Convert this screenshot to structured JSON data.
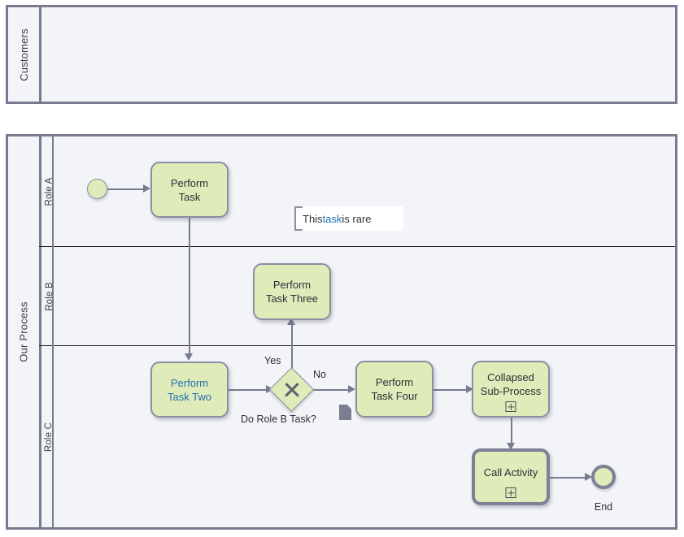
{
  "diagram": {
    "type": "bpmn-collaboration-diagram",
    "colors": {
      "pool_border": "#787a8f",
      "pool_fill": "#f2f4f8",
      "shape_fill": "#dfebb9",
      "shape_border": "#8c8ea3",
      "connector": "#787a8f",
      "link_text": "#1f6fb5",
      "lane_divider": "#1b1b1b"
    }
  },
  "pools": [
    {
      "id": "customers-pool",
      "label": "Customers",
      "lanes": []
    },
    {
      "id": "our-process-pool",
      "label": "Our Process",
      "lanes": [
        {
          "id": "lane-role-a",
          "label": "Role A"
        },
        {
          "id": "lane-role-b",
          "label": "Role B"
        },
        {
          "id": "lane-role-c",
          "label": "Role C"
        }
      ]
    }
  ],
  "events": [
    {
      "id": "start-event",
      "kind": "start",
      "label": "",
      "lane": "Role A"
    },
    {
      "id": "end-event",
      "kind": "end",
      "label": "End",
      "lane": "Role C"
    }
  ],
  "tasks": [
    {
      "id": "task-perform-task",
      "label_lines": [
        "Perform",
        "Task"
      ],
      "lane": "Role A",
      "style": "task",
      "marker": "",
      "link": false
    },
    {
      "id": "task-perform-task-three",
      "label_lines": [
        "Perform",
        "Task Three"
      ],
      "lane": "Role B",
      "style": "task",
      "marker": "",
      "link": false
    },
    {
      "id": "task-perform-task-two",
      "label_lines": [
        "Perform",
        "Task Two"
      ],
      "lane": "Role C",
      "style": "task",
      "marker": "",
      "link": true
    },
    {
      "id": "task-perform-task-four",
      "label_lines": [
        "Perform",
        "Task Four"
      ],
      "lane": "Role C",
      "style": "task",
      "marker": "",
      "link": false
    },
    {
      "id": "task-collapsed-sub-process",
      "label_lines": [
        "Collapsed",
        "Sub-Process"
      ],
      "lane": "Role C",
      "style": "sub-process",
      "marker": "plus",
      "link": false
    },
    {
      "id": "task-call-activity",
      "label_lines": [
        "Call Activity"
      ],
      "lane": "Role C",
      "style": "call-activity",
      "marker": "plus",
      "link": false
    }
  ],
  "gateways": [
    {
      "id": "gateway-role-b",
      "kind": "exclusive",
      "label": "Do Role B Task?",
      "lane": "Role C",
      "outgoing": [
        {
          "label": "Yes",
          "target": "task-perform-task-three"
        },
        {
          "label": "No",
          "target": "task-perform-task-four"
        }
      ]
    }
  ],
  "artifacts": [
    {
      "id": "data-object",
      "kind": "data-object",
      "label": ""
    },
    {
      "id": "text-annotation",
      "kind": "text-annotation",
      "text_prefix": "This ",
      "text_link": "task",
      "text_suffix": " is rare"
    }
  ]
}
